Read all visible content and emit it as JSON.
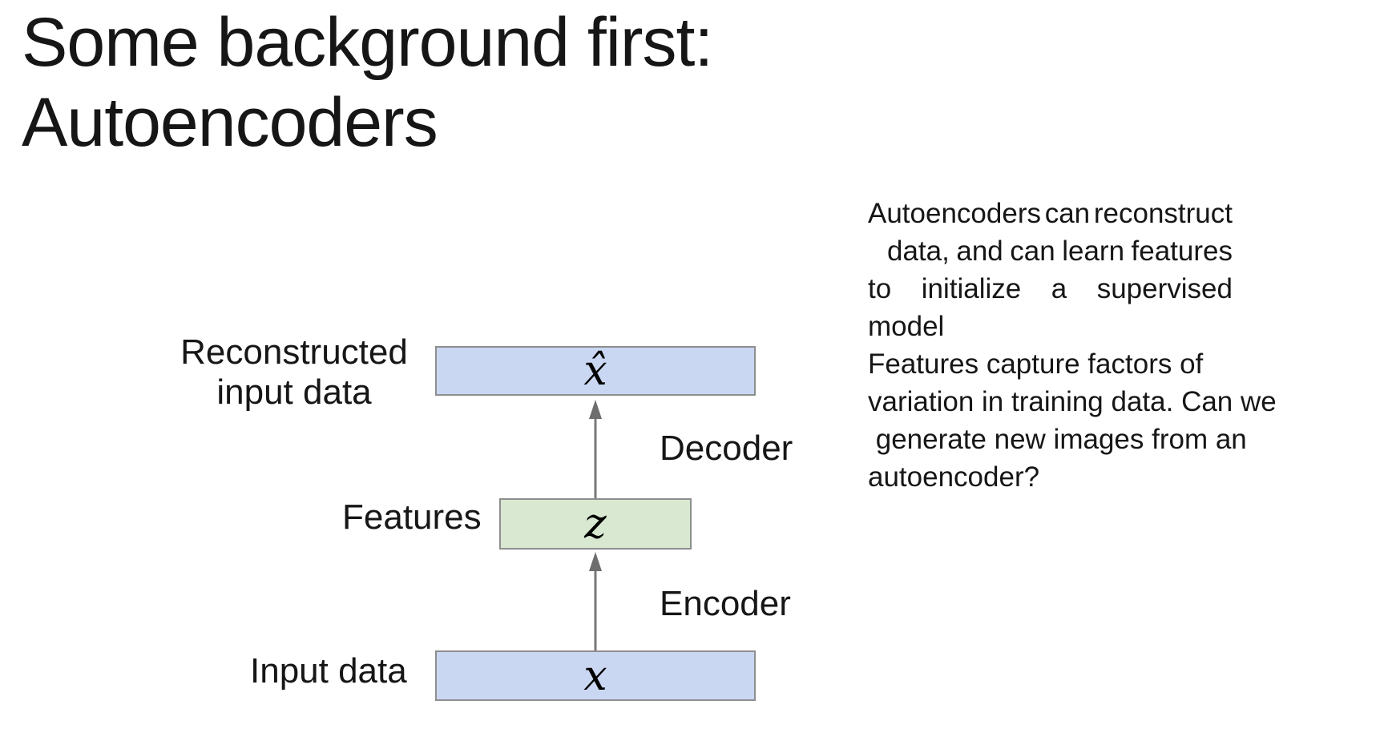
{
  "title": {
    "line1": "Some background first:",
    "line2": "Autoencoders"
  },
  "body_text": {
    "lines": [
      "Autoencoders can reconstruct",
      " data, and can learn features",
      "to initialize a supervised",
      "model",
      "Features capture factors of",
      "variation in training data. Can we",
      " generate new images from an",
      "autoencoder?"
    ]
  },
  "diagram": {
    "boxes": {
      "reconstructed": {
        "symbol": "x̂",
        "label_line1": "Reconstructed",
        "label_line2": "input data",
        "fill": "#cad7f2"
      },
      "features": {
        "symbol": "z",
        "label": "Features",
        "fill": "#d8e8d1"
      },
      "input": {
        "symbol": "x",
        "label": "Input data",
        "fill": "#cad7f2"
      }
    },
    "arrows": {
      "decoder_label": "Decoder",
      "encoder_label": "Encoder",
      "color": "#6e6e6e"
    },
    "border_color": "#8e8e8e",
    "background": "#ffffff"
  }
}
